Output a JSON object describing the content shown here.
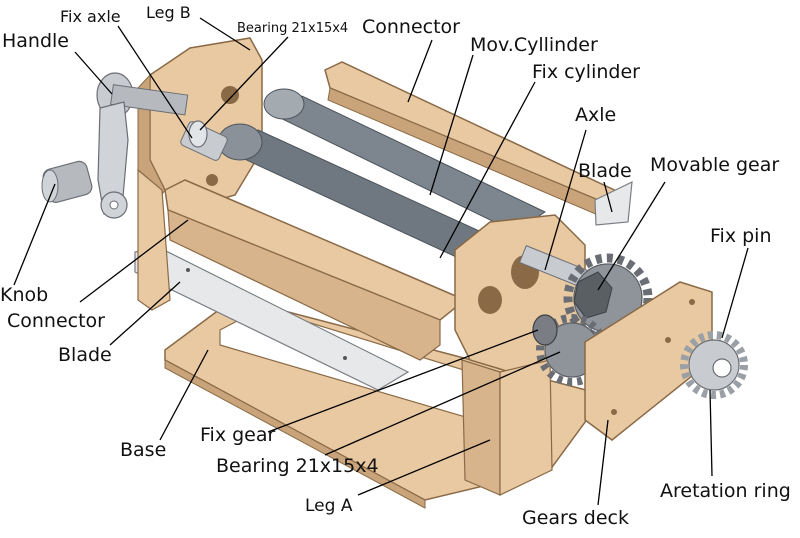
{
  "colors": {
    "wood": "#e8c9a2",
    "wood_dark": "#c9a47a",
    "wood_edge": "#8a6a46",
    "roller": "#6f7880",
    "roller_light": "#a3aab0",
    "metal": "#c8ccd0",
    "metal_dark": "#6a6e74",
    "gear": "#8e949a",
    "blade": "#e6e8ea",
    "leader": "#000000",
    "text": "#111111"
  },
  "labels": {
    "fix_axle": "Fix axle",
    "leg_b": "Leg B",
    "bearing_top": "Bearing 21x15x4",
    "connector_top": "Connector",
    "handle": "Handle",
    "mov_cylinder": "Mov.Cyllinder",
    "fix_cylinder": "Fix cylinder",
    "axle": "Axle",
    "blade_right": "Blade",
    "movable_gear": "Movable gear",
    "fix_pin": "Fix pin",
    "knob": "Knob",
    "connector_left": "Connector",
    "blade_left": "Blade",
    "base": "Base",
    "fix_gear": "Fix gear",
    "bearing_bottom": "Bearing 21x15x4",
    "leg_a": "Leg A",
    "gears_deck": "Gears deck",
    "aretation_ring": "Aretation ring"
  }
}
